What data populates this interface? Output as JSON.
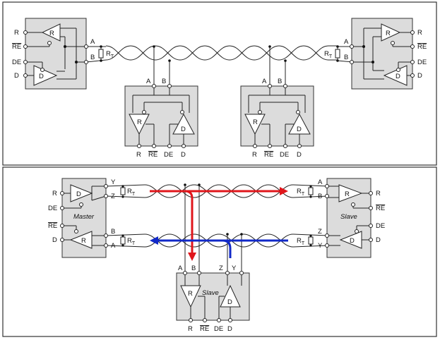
{
  "colors": {
    "forward": "#e0161b",
    "backward": "#1028c8",
    "box": "#dcdcdc"
  },
  "top": {
    "rt": "R",
    "rt_sub": "T",
    "pins_left": [
      "R",
      "RE",
      "DE",
      "D"
    ],
    "pins_right": [
      "R",
      "RE",
      "DE",
      "D"
    ],
    "bus_a": "A",
    "bus_b": "B",
    "driver": "D",
    "receiver": "R",
    "node_pins": [
      "R",
      "RE",
      "DE",
      "D"
    ]
  },
  "bottom": {
    "rt": "R",
    "rt_sub": "T",
    "master_label": "Master",
    "slave_label": "Slave",
    "master_pins": [
      "R",
      "DE",
      "RE",
      "D"
    ],
    "master_bus": [
      "Y",
      "Z",
      "B",
      "A"
    ],
    "slave_right_bus": [
      "A",
      "B",
      "Z",
      "Y"
    ],
    "slave_right_pins": [
      "R",
      "RE",
      "DE",
      "D"
    ],
    "slave_bottom_bus": [
      "A",
      "B",
      "Z",
      "Y"
    ],
    "slave_bottom_pins": [
      "R",
      "RE",
      "DE",
      "D"
    ],
    "driver": "D",
    "receiver": "R"
  }
}
